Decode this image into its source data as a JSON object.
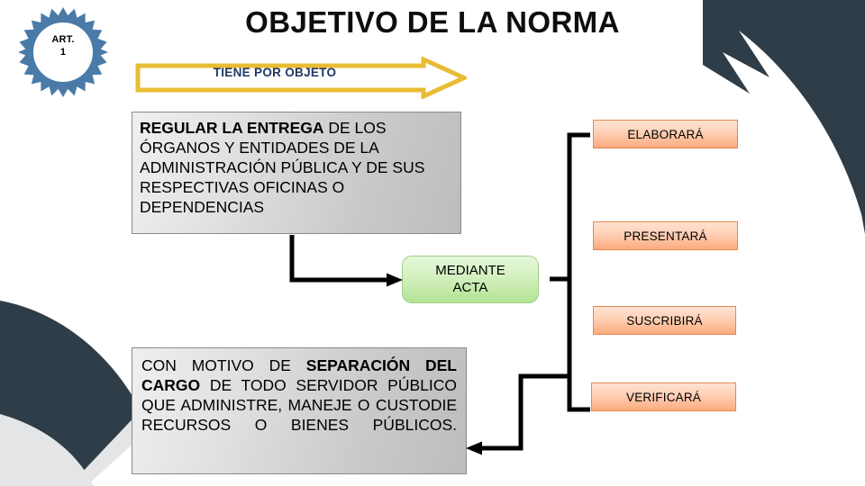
{
  "slide": {
    "title": "OBJETIVO DE LA NORMA",
    "badge": {
      "line1": "ART.",
      "line2": "1"
    },
    "banner": {
      "label": "TIENE POR OBJETO"
    }
  },
  "boxes": {
    "objeto": {
      "lead": "REGULAR LA ENTREGA",
      "rest": " DE LOS ÓRGANOS Y ENTIDADES DE LA ADMINISTRACIÓN PÚBLICA Y DE SUS RESPECTIVAS OFICINAS O DEPENDENCIAS"
    },
    "acta": {
      "line1": "MEDIANTE",
      "line2": "ACTA"
    },
    "separacion": {
      "part1": "CON MOTIVO DE ",
      "bold1": "SEPARACIÓN DEL CARGO",
      "part2": " DE TODO SERVIDOR PÚBLICO QUE ADMINISTRE, MANEJE O CUSTODIE RECURSOS O BIENES PÚBLICOS."
    }
  },
  "actions": [
    {
      "label": "ELABORARÁ"
    },
    {
      "label": "PRESENTARÁ"
    },
    {
      "label": "SUSCRIBIRÁ"
    },
    {
      "label": "VERIFICARÁ"
    }
  ],
  "colors": {
    "deco_dark": "#2e3d47",
    "deco_light": "#e3e5e6",
    "starburst": "#4a7ba8",
    "banner_border": "#e8bc34",
    "banner_text": "#1f3864",
    "orange_fill": "#fbab7e",
    "orange_border": "#e08a52",
    "green_fill": "#b4e394",
    "gray_fill": "#c9c9c9",
    "connector": "#000000"
  }
}
